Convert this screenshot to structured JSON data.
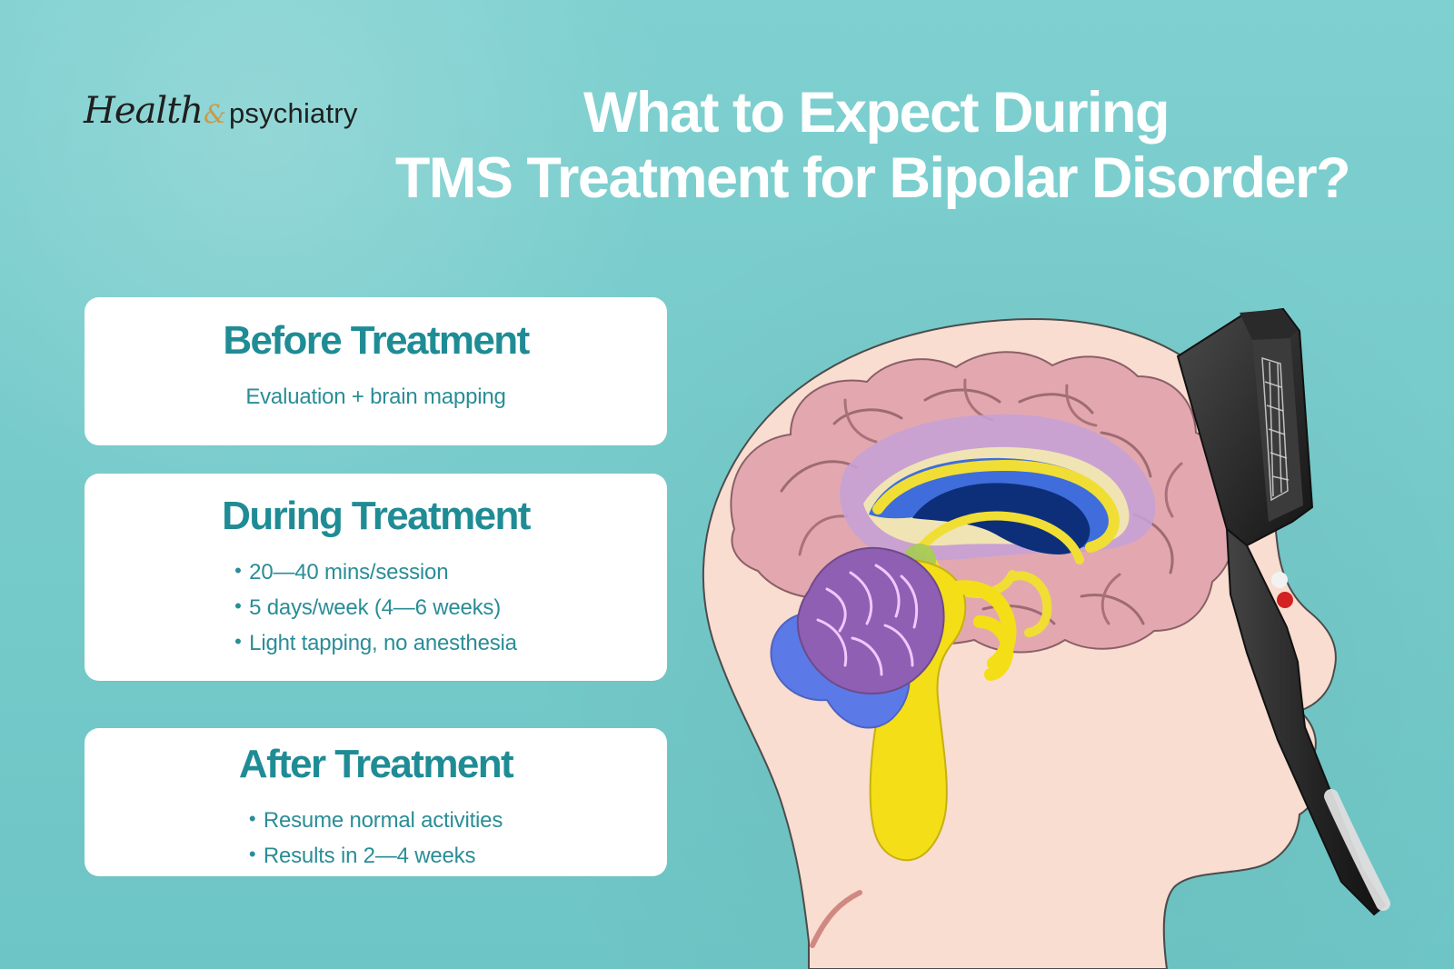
{
  "brand": {
    "script": "Health",
    "amp": "&",
    "text": "psychiatry"
  },
  "headline": {
    "line1": "What to Expect During",
    "line2": "TMS Treatment for Bipolar Disorder?"
  },
  "cards": {
    "before": {
      "title": "Before Treatment",
      "text": "Evaluation + brain mapping"
    },
    "during": {
      "title": "During Treatment",
      "items": [
        "20—40 mins/session",
        "5 days/week (4—6 weeks)",
        "Light tapping, no anesthesia"
      ]
    },
    "after": {
      "title": "After Treatment",
      "items": [
        "Resume normal activities",
        "Results in 2—4 weeks"
      ]
    }
  },
  "colors": {
    "background": "#74c9c9",
    "card_title": "#1f8c95",
    "card_text": "#2a8d97",
    "white": "#ffffff"
  },
  "illustration": {
    "main_image": "head-with-brain-and-tms-device",
    "icons": [
      "brain-icon",
      "tms-device-icon"
    ]
  }
}
